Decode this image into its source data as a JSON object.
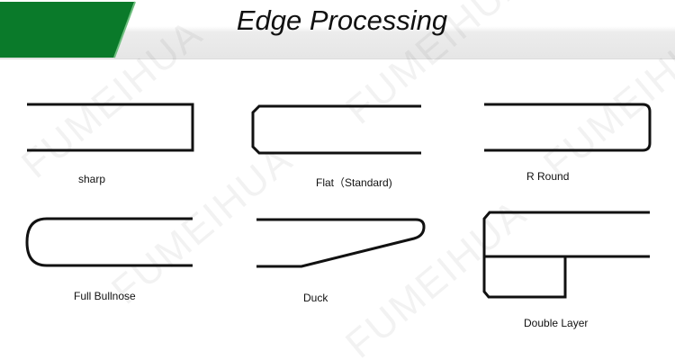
{
  "header": {
    "title": "Edge Processing",
    "accent_color": "#0a7a2a"
  },
  "watermark": "FUMEIHUA",
  "edges": [
    {
      "label": "sharp"
    },
    {
      "label": "Flat（Standard)"
    },
    {
      "label": "R Round"
    },
    {
      "label": "Full Bullnose"
    },
    {
      "label": "Duck"
    },
    {
      "label": "Double Layer"
    }
  ]
}
